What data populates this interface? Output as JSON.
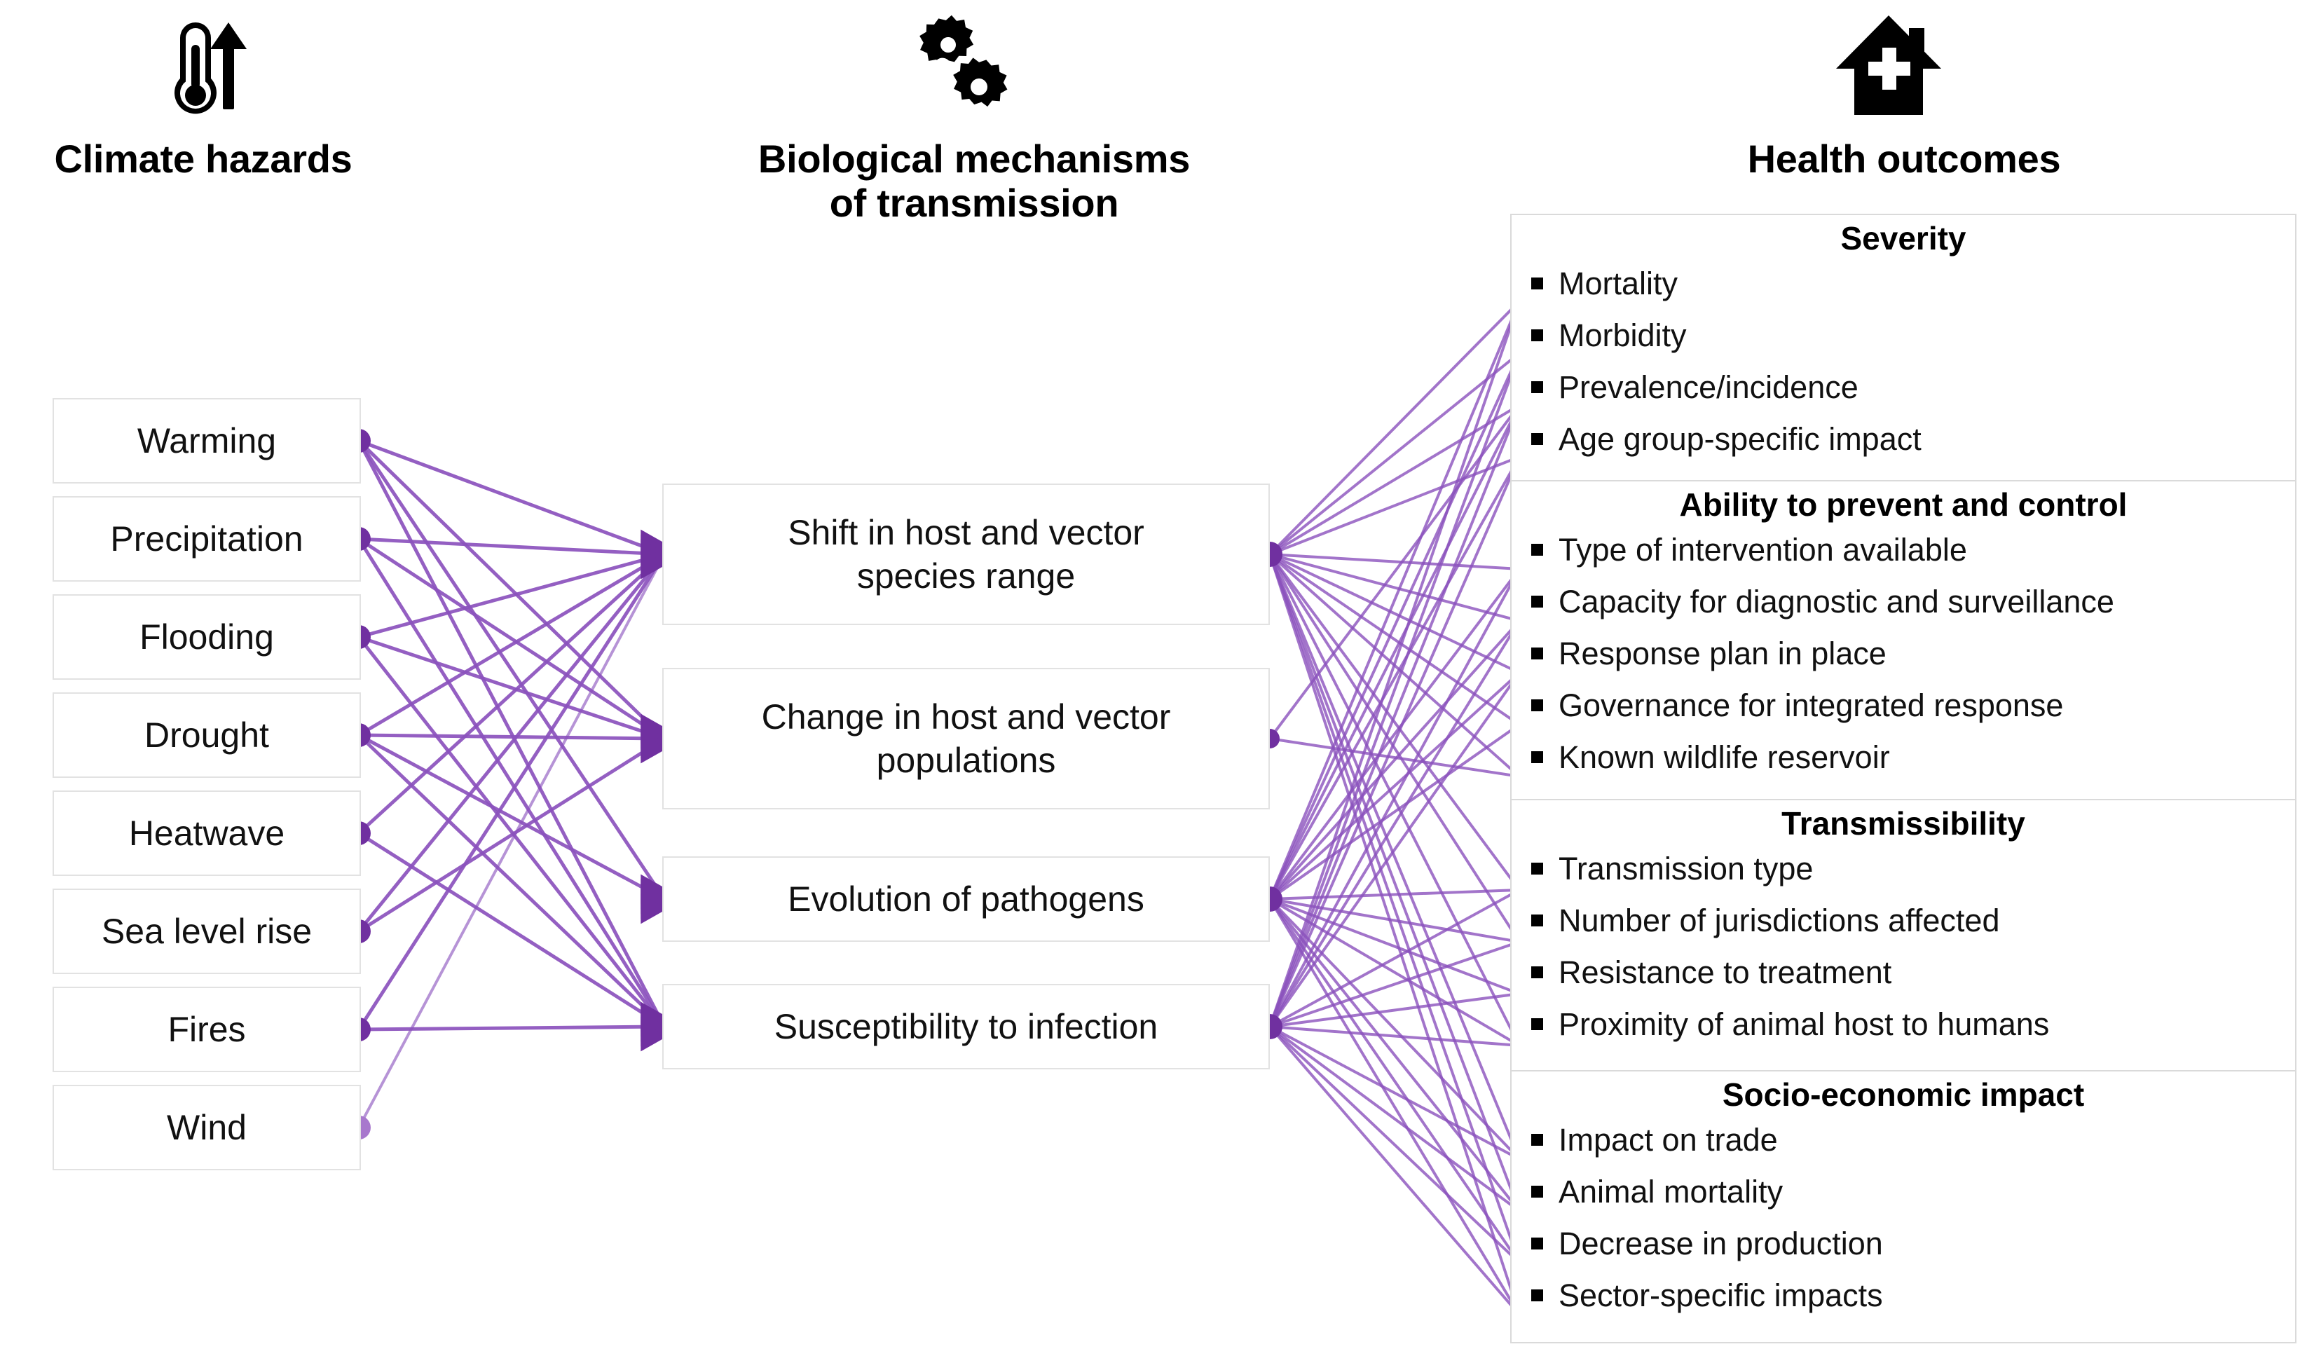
{
  "columns": [
    {
      "id": "climate-hazards",
      "title": "Climate hazards",
      "icon": "thermometer-arrow-up-icon"
    },
    {
      "id": "biological-mechanisms",
      "title": "Biological mechanisms\nof transmission",
      "icon": "gears-microbe-icon"
    },
    {
      "id": "health-outcomes",
      "title": "Health outcomes",
      "icon": "hospital-house-cross-icon"
    }
  ],
  "hazards": [
    {
      "label": "Warming"
    },
    {
      "label": "Precipitation"
    },
    {
      "label": "Flooding"
    },
    {
      "label": "Drought"
    },
    {
      "label": "Heatwave"
    },
    {
      "label": "Sea level rise"
    },
    {
      "label": "Fires"
    },
    {
      "label": "Wind"
    }
  ],
  "mechanisms": [
    {
      "label": "Shift in host and vector\nspecies range"
    },
    {
      "label": "Change in host and vector\npopulations"
    },
    {
      "label": "Evolution of pathogens"
    },
    {
      "label": "Susceptibility to infection"
    }
  ],
  "outcomes": [
    {
      "title": "Severity",
      "items": [
        "Mortality",
        "Morbidity",
        "Prevalence/incidence",
        "Age group-specific impact"
      ]
    },
    {
      "title": "Ability to prevent and control",
      "items": [
        "Type of intervention available",
        "Capacity for diagnostic and surveillance",
        "Response plan in place",
        "Governance for integrated response",
        "Known wildlife reservoir"
      ]
    },
    {
      "title": "Transmissibility",
      "items": [
        "Transmission type",
        "Number of jurisdictions affected",
        "Resistance to treatment",
        "Proximity of animal host to humans"
      ]
    },
    {
      "title": "Socio-economic impact",
      "items": [
        "Impact on trade",
        "Animal mortality",
        "Decrease in production",
        "Sector-specific impacts"
      ]
    }
  ],
  "colors": {
    "edge_purple": "#8b52bd",
    "node_purple": "#7030a0",
    "node_purple_light": "#a878cd",
    "box_border": "#e2e2e2",
    "panel_border": "#dadada",
    "text": "#111111",
    "bullet": "#000000"
  },
  "chart_data": {
    "type": "diagram",
    "title": "Climate hazards → Biological mechanisms of transmission → Health outcomes",
    "description": "Tripartite flow diagram. Purple arrows connect climate hazards to biological mechanisms of transmission, and mechanisms to grouped health outcome indicators.",
    "nodes": {
      "hazards": [
        "Warming",
        "Precipitation",
        "Flooding",
        "Drought",
        "Heatwave",
        "Sea level rise",
        "Fires",
        "Wind"
      ],
      "mechanisms": [
        "Shift in host and vector species range",
        "Change in host and vector populations",
        "Evolution of pathogens",
        "Susceptibility to infection"
      ],
      "outcome_groups": [
        "Severity",
        "Ability to prevent and control",
        "Transmissibility",
        "Socio-economic impact"
      ]
    },
    "edges_hazard_to_mechanism": [
      {
        "from": "Warming",
        "to": "Shift in host and vector species range"
      },
      {
        "from": "Warming",
        "to": "Change in host and vector populations"
      },
      {
        "from": "Warming",
        "to": "Evolution of pathogens"
      },
      {
        "from": "Warming",
        "to": "Susceptibility to infection"
      },
      {
        "from": "Precipitation",
        "to": "Shift in host and vector species range"
      },
      {
        "from": "Precipitation",
        "to": "Change in host and vector populations"
      },
      {
        "from": "Precipitation",
        "to": "Susceptibility to infection"
      },
      {
        "from": "Flooding",
        "to": "Shift in host and vector species range"
      },
      {
        "from": "Flooding",
        "to": "Change in host and vector populations"
      },
      {
        "from": "Flooding",
        "to": "Susceptibility to infection"
      },
      {
        "from": "Drought",
        "to": "Shift in host and vector species range"
      },
      {
        "from": "Drought",
        "to": "Change in host and vector populations"
      },
      {
        "from": "Drought",
        "to": "Evolution of pathogens"
      },
      {
        "from": "Drought",
        "to": "Susceptibility to infection"
      },
      {
        "from": "Heatwave",
        "to": "Shift in host and vector species range"
      },
      {
        "from": "Heatwave",
        "to": "Susceptibility to infection"
      },
      {
        "from": "Sea level rise",
        "to": "Shift in host and vector species range"
      },
      {
        "from": "Sea level rise",
        "to": "Change in host and vector populations"
      },
      {
        "from": "Fires",
        "to": "Shift in host and vector species range"
      },
      {
        "from": "Fires",
        "to": "Susceptibility to infection"
      },
      {
        "from": "Wind",
        "to": "Shift in host and vector species range"
      }
    ],
    "edges_mechanism_to_outcome": [
      {
        "from": "Shift in host and vector species range",
        "to": "Mortality"
      },
      {
        "from": "Shift in host and vector species range",
        "to": "Morbidity"
      },
      {
        "from": "Shift in host and vector species range",
        "to": "Prevalence/incidence"
      },
      {
        "from": "Shift in host and vector species range",
        "to": "Age group-specific impact"
      },
      {
        "from": "Shift in host and vector species range",
        "to": "Type of intervention available"
      },
      {
        "from": "Shift in host and vector species range",
        "to": "Capacity for diagnostic and surveillance"
      },
      {
        "from": "Shift in host and vector species range",
        "to": "Response plan in place"
      },
      {
        "from": "Shift in host and vector species range",
        "to": "Governance for integrated response"
      },
      {
        "from": "Shift in host and vector species range",
        "to": "Known wildlife reservoir"
      },
      {
        "from": "Shift in host and vector species range",
        "to": "Transmission type"
      },
      {
        "from": "Shift in host and vector species range",
        "to": "Number of jurisdictions affected"
      },
      {
        "from": "Shift in host and vector species range",
        "to": "Proximity of animal host to humans"
      },
      {
        "from": "Shift in host and vector species range",
        "to": "Impact on trade"
      },
      {
        "from": "Shift in host and vector species range",
        "to": "Animal mortality"
      },
      {
        "from": "Shift in host and vector species range",
        "to": "Decrease in production"
      },
      {
        "from": "Shift in host and vector species range",
        "to": "Sector-specific impacts"
      },
      {
        "from": "Change in host and vector populations",
        "to": "Prevalence/incidence"
      },
      {
        "from": "Change in host and vector populations",
        "to": "Known wildlife reservoir"
      },
      {
        "from": "Evolution of pathogens",
        "to": "Mortality"
      },
      {
        "from": "Evolution of pathogens",
        "to": "Morbidity"
      },
      {
        "from": "Evolution of pathogens",
        "to": "Prevalence/incidence"
      },
      {
        "from": "Evolution of pathogens",
        "to": "Age group-specific impact"
      },
      {
        "from": "Evolution of pathogens",
        "to": "Type of intervention available"
      },
      {
        "from": "Evolution of pathogens",
        "to": "Capacity for diagnostic and surveillance"
      },
      {
        "from": "Evolution of pathogens",
        "to": "Response plan in place"
      },
      {
        "from": "Evolution of pathogens",
        "to": "Governance for integrated response"
      },
      {
        "from": "Evolution of pathogens",
        "to": "Transmission type"
      },
      {
        "from": "Evolution of pathogens",
        "to": "Number of jurisdictions affected"
      },
      {
        "from": "Evolution of pathogens",
        "to": "Resistance to treatment"
      },
      {
        "from": "Evolution of pathogens",
        "to": "Proximity of animal host to humans"
      },
      {
        "from": "Evolution of pathogens",
        "to": "Impact on trade"
      },
      {
        "from": "Evolution of pathogens",
        "to": "Animal mortality"
      },
      {
        "from": "Evolution of pathogens",
        "to": "Decrease in production"
      },
      {
        "from": "Evolution of pathogens",
        "to": "Sector-specific impacts"
      },
      {
        "from": "Susceptibility to infection",
        "to": "Mortality"
      },
      {
        "from": "Susceptibility to infection",
        "to": "Morbidity"
      },
      {
        "from": "Susceptibility to infection",
        "to": "Prevalence/incidence"
      },
      {
        "from": "Susceptibility to infection",
        "to": "Age group-specific impact"
      },
      {
        "from": "Susceptibility to infection",
        "to": "Type of intervention available"
      },
      {
        "from": "Susceptibility to infection",
        "to": "Capacity for diagnostic and surveillance"
      },
      {
        "from": "Susceptibility to infection",
        "to": "Response plan in place"
      },
      {
        "from": "Susceptibility to infection",
        "to": "Transmission type"
      },
      {
        "from": "Susceptibility to infection",
        "to": "Number of jurisdictions affected"
      },
      {
        "from": "Susceptibility to infection",
        "to": "Resistance to treatment"
      },
      {
        "from": "Susceptibility to infection",
        "to": "Proximity of animal host to humans"
      },
      {
        "from": "Susceptibility to infection",
        "to": "Impact on trade"
      },
      {
        "from": "Susceptibility to infection",
        "to": "Animal mortality"
      },
      {
        "from": "Susceptibility to infection",
        "to": "Decrease in production"
      },
      {
        "from": "Susceptibility to infection",
        "to": "Sector-specific impacts"
      }
    ]
  }
}
